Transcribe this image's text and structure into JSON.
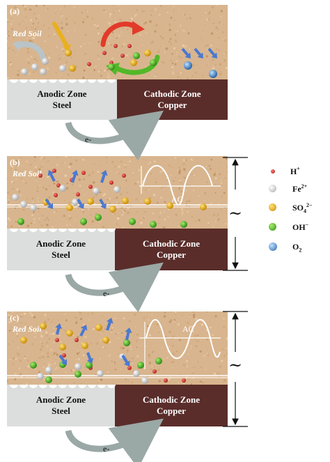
{
  "panels": [
    {
      "label": "(a)",
      "soil_label": "Red Soil",
      "anodic_line1": "Anodic Zone",
      "anodic_line2": "Steel",
      "cathodic_line1": "Cathodic Zone",
      "cathodic_line2": "Copper",
      "electron_label": ""
    },
    {
      "label": "(b)",
      "soil_label": "Red Soil",
      "anodic_line1": "Anodic Zone",
      "anodic_line2": "Steel",
      "cathodic_line1": "Cathodic Zone",
      "cathodic_line2": "Copper",
      "electron_label": "e-",
      "ac_label": "AC"
    },
    {
      "label": "(c)",
      "soil_label": "Red Soil",
      "anodic_line1": "Anodic Zone",
      "anodic_line2": "Steel",
      "cathodic_line1": "Cathodic Zone",
      "cathodic_line2": "Copper",
      "electron_label": "e-",
      "ac_label": "AC"
    }
  ],
  "top_electron_label": "e-",
  "legend": [
    {
      "symbol": "H",
      "sup": "+",
      "sub": "",
      "suffix": "",
      "color": "#c62828",
      "size": 6
    },
    {
      "symbol": "Fe",
      "sup": "2+",
      "sub": "",
      "suffix": "",
      "color": "#e8e8e8",
      "size": 11
    },
    {
      "symbol": "SO",
      "sup": "",
      "sub": "4",
      "suffix": "2−",
      "color": "#e0a800",
      "size": 11
    },
    {
      "symbol": "OH",
      "sup": "−",
      "sub": "",
      "suffix": "",
      "color": "#4caf2a",
      "size": 11
    },
    {
      "symbol": "O",
      "sup": "",
      "sub": "2",
      "suffix": "",
      "color": "#3f7fc0",
      "size": 12
    }
  ],
  "tilde": "~",
  "colors": {
    "soil": "#d8b58e",
    "anodic": "#dcdedd",
    "cathodic": "#5a2d2a",
    "h_ion": "#c62828",
    "fe_ion": "#e8e8e8",
    "so4_ion": "#e0a800",
    "oh_ion": "#4caf2a",
    "o2": "#3f7fc0",
    "arrow_blue": "#4a78d0",
    "electron_arrow": "#8a9a98"
  }
}
